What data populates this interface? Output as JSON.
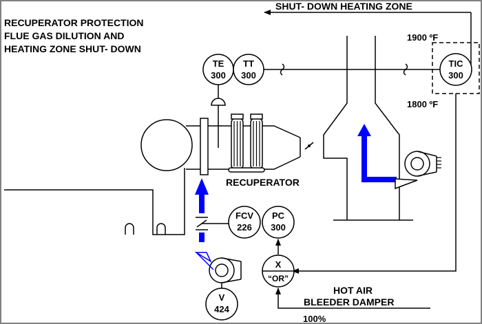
{
  "title_lines": [
    "RECUPERATOR PROTECTION",
    "FLUE GAS DILUTION AND",
    "HEATING ZONE SHUT- DOWN"
  ],
  "shutdown_label": "SHUT- DOWN HEATING ZONE",
  "temp_high": "1900 ºF",
  "temp_low": "1800 ºF",
  "recuperator_label": "RECUPERATOR",
  "hot_air_label": "HOT AIR",
  "bleeder_label": "BLEEDER DAMPER",
  "percent_label": "100%",
  "instruments": {
    "te": {
      "tag": "TE",
      "num": "300"
    },
    "tt": {
      "tag": "TT",
      "num": "300"
    },
    "tic": {
      "tag": "TIC",
      "num": "300"
    },
    "fcv": {
      "tag": "FCV",
      "num": "226"
    },
    "pc": {
      "tag": "PC",
      "num": "300"
    },
    "selector": {
      "tag": "X",
      "num": "“OR”"
    },
    "v": {
      "tag": "V",
      "num": "424"
    }
  },
  "colors": {
    "frame": "#808080",
    "line": "#000000",
    "flow_arrow": "#0000ff"
  }
}
